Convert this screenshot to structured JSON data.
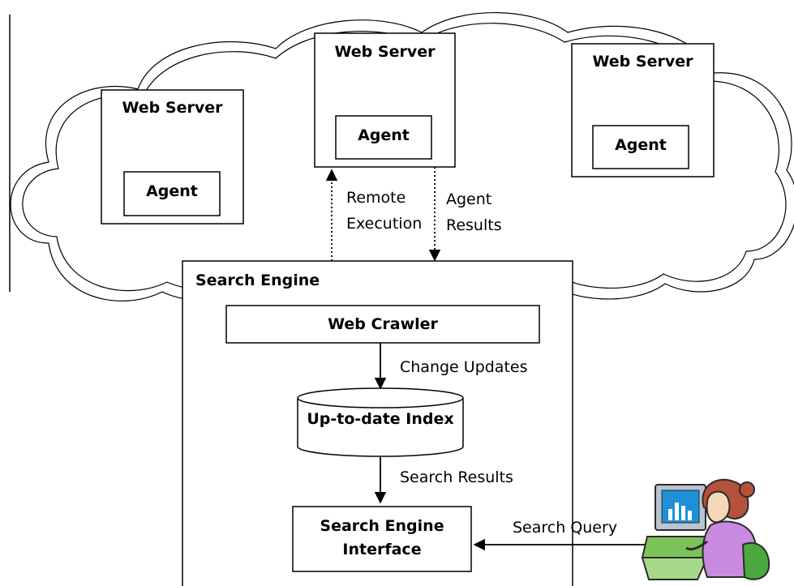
{
  "servers": [
    {
      "title": "Web Server",
      "agent": "Agent"
    },
    {
      "title": "Web Server",
      "agent": "Agent"
    },
    {
      "title": "Web Server",
      "agent": "Agent"
    }
  ],
  "links": {
    "remote_execution": [
      "Remote",
      "Execution"
    ],
    "agent_results": [
      "Agent",
      "Results"
    ]
  },
  "search_engine": {
    "title": "Search Engine",
    "web_crawler": "Web Crawler",
    "change_updates": "Change Updates",
    "index": "Up-to-date Index",
    "search_results": "Search Results",
    "interface": [
      "Search Engine",
      "Interface"
    ]
  },
  "user": {
    "search_query": "Search Query",
    "icon": "user-at-computer-icon"
  },
  "colors": {
    "line": "#000000",
    "background": "#ffffff"
  }
}
